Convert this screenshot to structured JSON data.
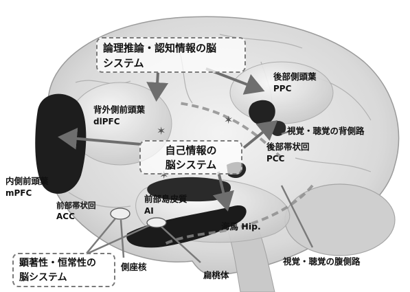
{
  "systems": {
    "logic": {
      "line1": "論理推論・認知情報の脳",
      "line2": "システム"
    },
    "self": {
      "line1": "自己情報の",
      "line2": "脳システム"
    },
    "salience": {
      "line1": "顕著性・恒常性の",
      "line2": "脳システム"
    }
  },
  "regions": {
    "dlpfc": {
      "ja": "背外側前頭葉",
      "en": "dlPFC"
    },
    "ppc": {
      "ja": "後部側頭葉",
      "en": "PPC"
    },
    "mpfc": {
      "ja": "内側前頭葉",
      "en": "mPFC"
    },
    "pcc": {
      "ja": "後部帯状回",
      "en": "PCC"
    },
    "acc": {
      "ja": "前部帯状回",
      "en": "ACC"
    },
    "ai": {
      "ja": "前部島皮質",
      "en": "AI"
    },
    "hippocampus": {
      "label": "海馬 Hip."
    },
    "nacc": {
      "label": "側座核"
    },
    "amygdala": {
      "label": "扁桃体"
    }
  },
  "pathways": {
    "dorsal": "視覚・聴覚の背側路",
    "ventral": "視覚・聴覚の腹側路"
  }
}
